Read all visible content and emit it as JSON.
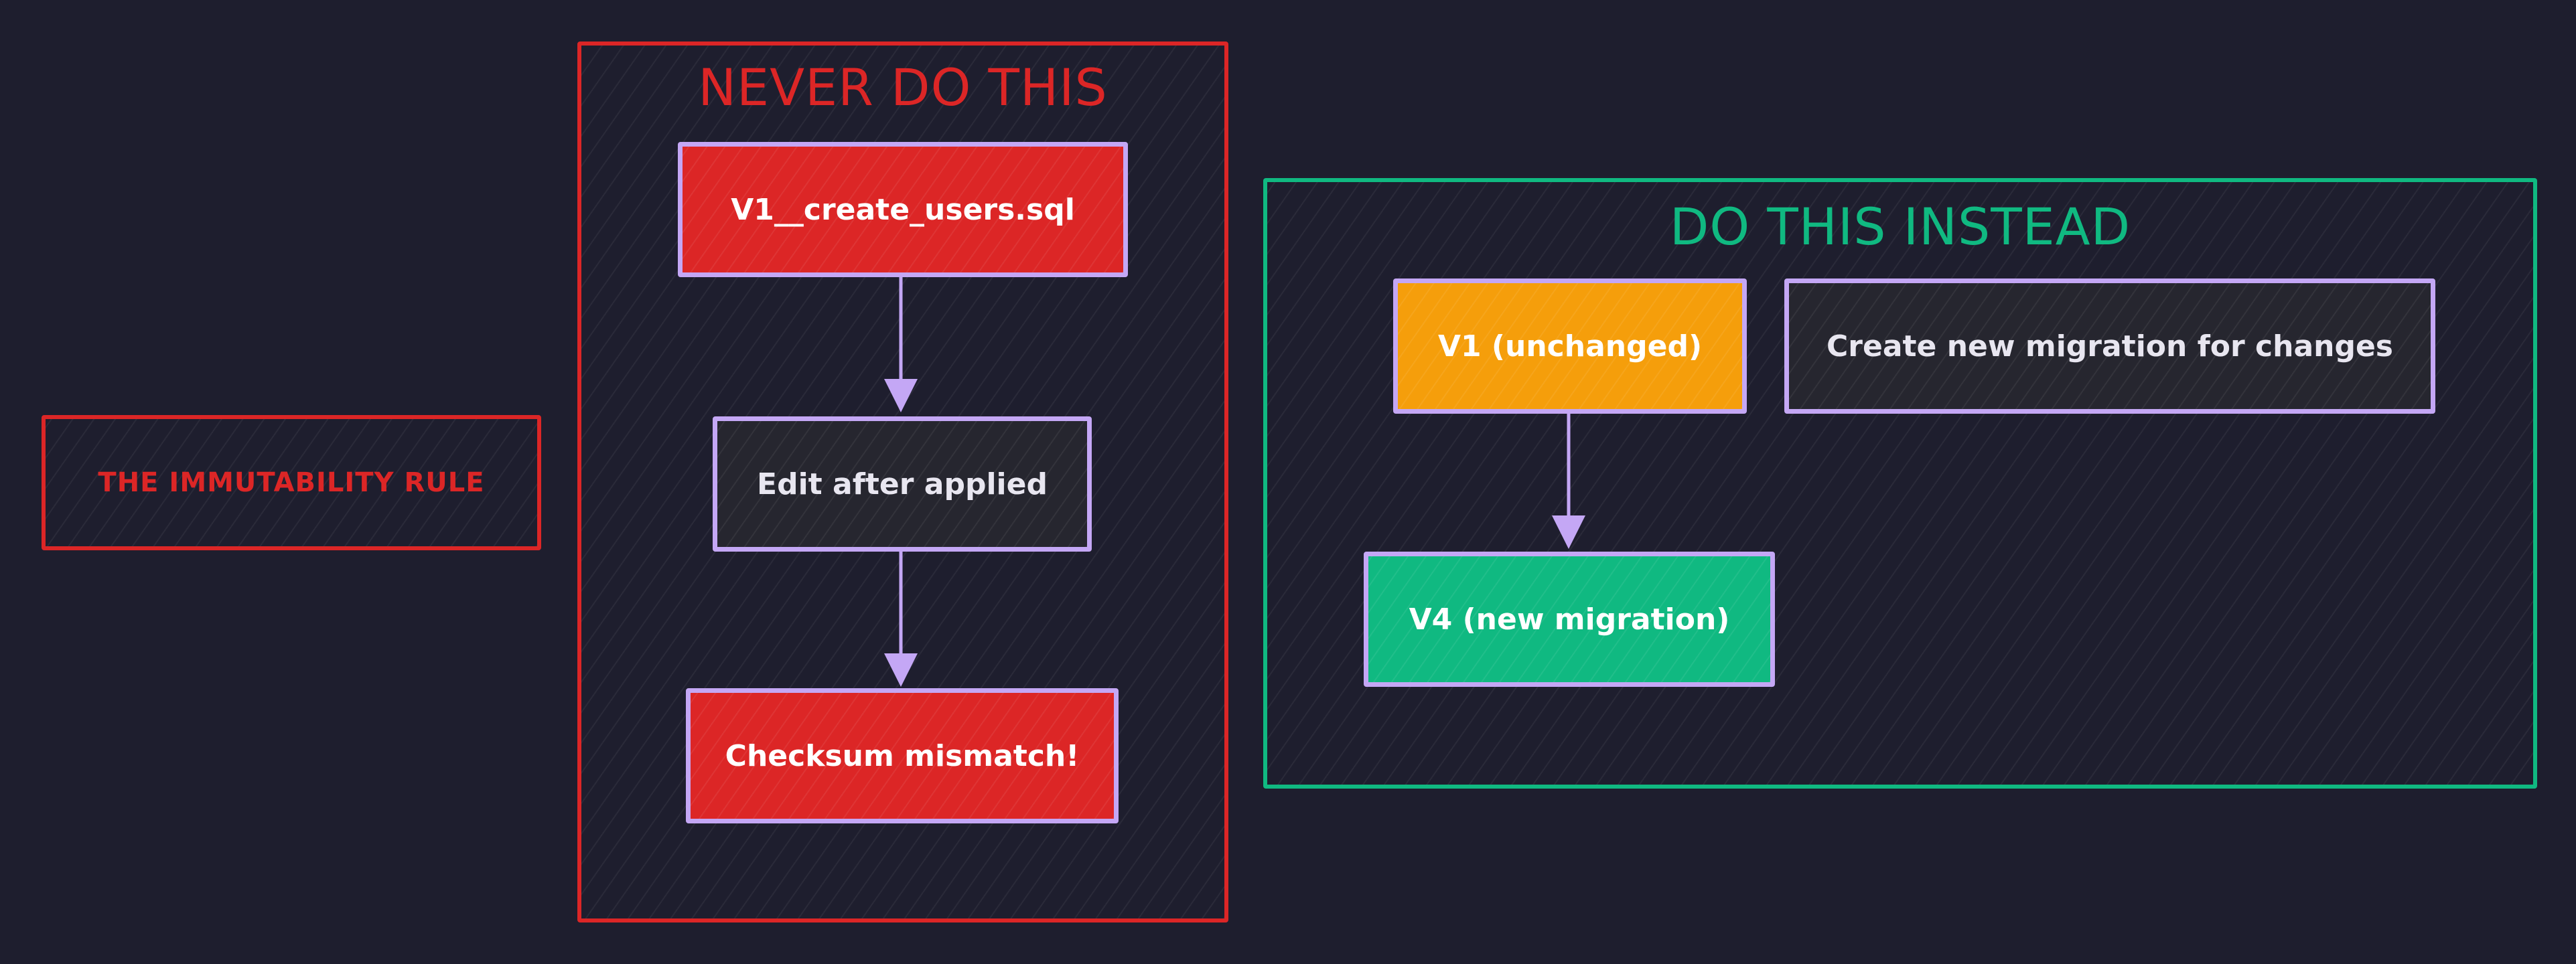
{
  "colors": {
    "background": "#1e1e2e",
    "danger": "#dc2626",
    "success": "#10b981",
    "warning": "#f59e0b",
    "node_border": "#c4a7f5",
    "arrow": "#c4a7f5"
  },
  "rule_label": "THE IMMUTABILITY RULE",
  "never_group": {
    "title": "NEVER DO THIS",
    "nodes": {
      "create_users": "V1__create_users.sql",
      "edit_after": "Edit after applied",
      "checksum": "Checksum mismatch!"
    }
  },
  "instead_group": {
    "title": "DO THIS INSTEAD",
    "nodes": {
      "v1": "V1 (unchanged)",
      "create_new": "Create new migration for changes",
      "v4": "V4 (new migration)"
    }
  }
}
